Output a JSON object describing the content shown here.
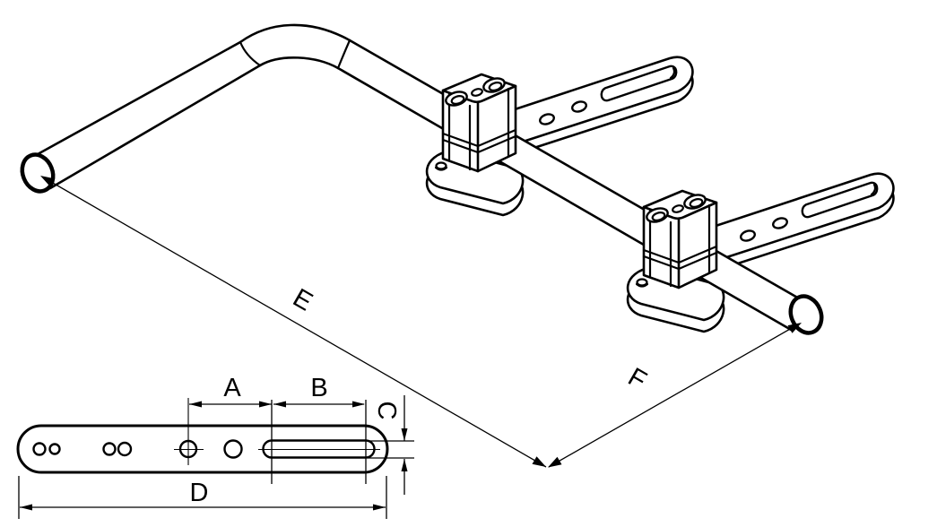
{
  "drawing": {
    "background_color": "#ffffff",
    "line_color": "#000000",
    "dimension_labels": {
      "a": "A",
      "b": "B",
      "c": "C",
      "d": "D",
      "e": "E",
      "f": "F"
    }
  }
}
